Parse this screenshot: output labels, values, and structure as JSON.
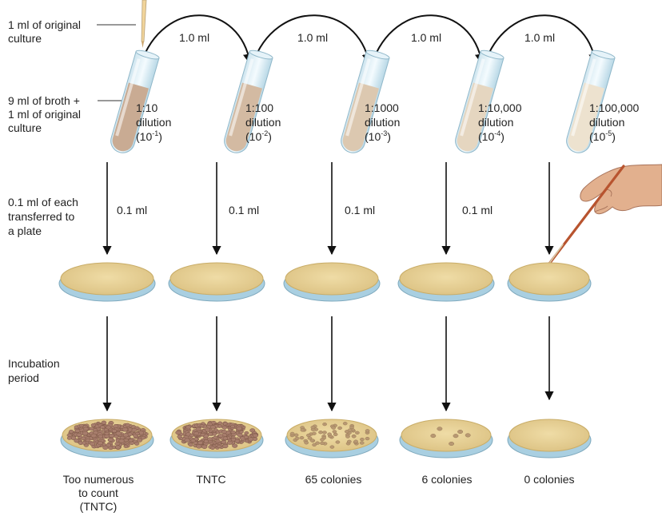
{
  "left_labels": {
    "original_culture": [
      "1 ml of original",
      "culture"
    ],
    "broth_mix": [
      "9 ml of broth +",
      "1 ml of original",
      "culture"
    ],
    "transfer_each": [
      "0.1 ml of each",
      "transferred to",
      "a plate"
    ],
    "incubation": [
      "Incubation",
      "period"
    ]
  },
  "transfer_volume_label": "1.0 ml",
  "plate_volume_label": "0.1 ml",
  "tubes": [
    {
      "ratio": "1:10",
      "word": "dilution",
      "paren_open": "(10",
      "exponent": "-1",
      "paren_close": ")",
      "fill": "#c9ab93"
    },
    {
      "ratio": "1:100",
      "word": "dilution",
      "paren_open": "(10",
      "exponent": "-2",
      "paren_close": ")",
      "fill": "#d3baa2"
    },
    {
      "ratio": "1:1000",
      "word": "dilution",
      "paren_open": "(10",
      "exponent": "-3",
      "paren_close": ")",
      "fill": "#dcc8b0"
    },
    {
      "ratio": "1:10,000",
      "word": "dilution",
      "paren_open": "(10",
      "exponent": "-4",
      "paren_close": ")",
      "fill": "#e5d6c0"
    },
    {
      "ratio": "1:100,000",
      "word": "dilution",
      "paren_open": "(10",
      "exponent": "-5",
      "paren_close": ")",
      "fill": "#ede2cf"
    }
  ],
  "results": [
    {
      "lines": [
        "Too numerous",
        "to count",
        "(TNTC)"
      ],
      "colonies": "dense"
    },
    {
      "lines": [
        "TNTC"
      ],
      "colonies": "dense"
    },
    {
      "lines": [
        "65 colonies"
      ],
      "colonies": 65
    },
    {
      "lines": [
        "6 colonies"
      ],
      "colonies": 6
    },
    {
      "lines": [
        "0 colonies"
      ],
      "colonies": 0
    }
  ],
  "colors": {
    "agar": "#e6cf92",
    "agar_edge": "#c9ad68",
    "dish_rim": "#9ec7dc",
    "colony": "#b89872",
    "dense_colony": "#a77d6c",
    "arrow": "#111111",
    "skin": "#e2b08e"
  }
}
